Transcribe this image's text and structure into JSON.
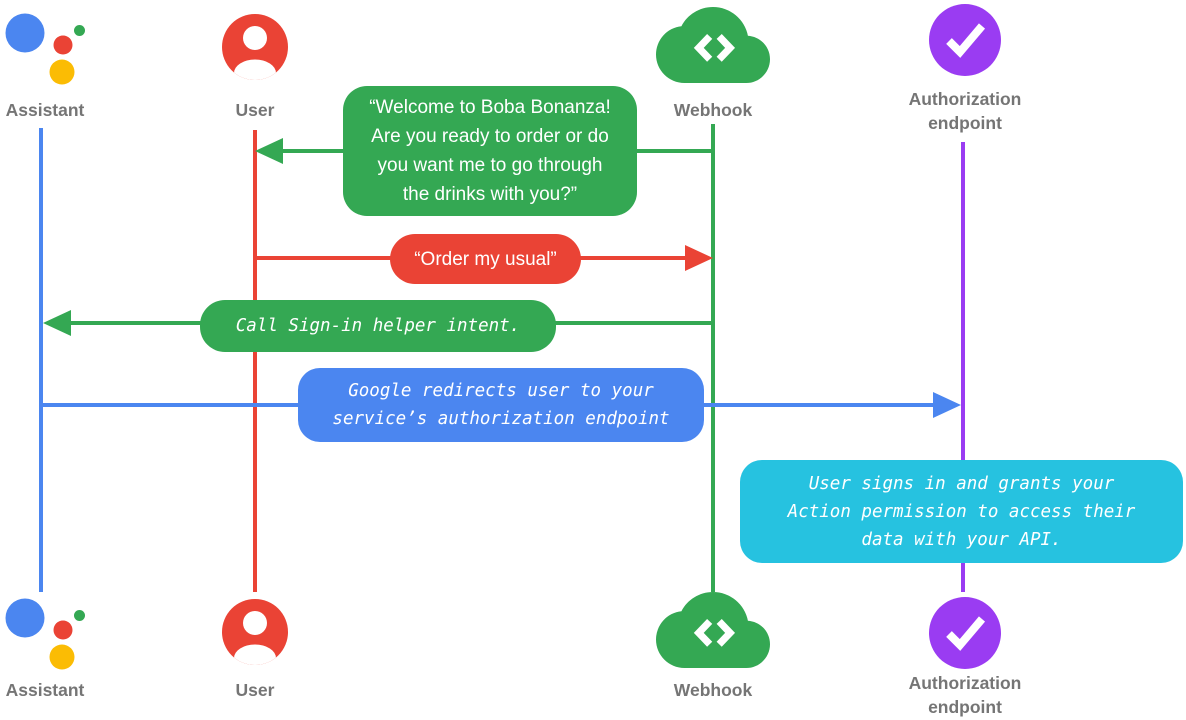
{
  "actors": [
    {
      "id": "assistant",
      "label": "Assistant",
      "color": "#4B86F0"
    },
    {
      "id": "user",
      "label": "User",
      "color": "#EA4335"
    },
    {
      "id": "webhook",
      "label": "Webhook",
      "color": "#34A853"
    },
    {
      "id": "auth",
      "label": "Authorization\nendpoint",
      "color": "#9A3CF2"
    }
  ],
  "messages": [
    {
      "from": "webhook",
      "to": "user",
      "style": "speech",
      "color": "#34A853",
      "text": "“Welcome to Boba Bonanza!\nAre you ready to order or do\nyou want me to go through\nthe drinks with you?”"
    },
    {
      "from": "user",
      "to": "webhook",
      "style": "speech",
      "color": "#EA4335",
      "text": "“Order my usual”"
    },
    {
      "from": "webhook",
      "to": "assistant",
      "style": "code",
      "color": "#34A853",
      "text": "Call Sign-in helper intent."
    },
    {
      "from": "assistant",
      "to": "auth",
      "style": "code",
      "color": "#4B86F0",
      "text": "Google redirects user to your\nservice’s authorization endpoint"
    },
    {
      "note_on": "auth",
      "style": "code",
      "color": "#26C2E0",
      "text": "User signs in and grants your\nAction permission to access their\ndata with your API."
    }
  ],
  "colors": {
    "assistant_blue": "#4B86F0",
    "user_red": "#EA4335",
    "webhook_green": "#34A853",
    "auth_purple": "#9A3CF2",
    "note_cyan": "#26C2E0",
    "label_gray": "#757575",
    "logo_yellow": "#FBBC04",
    "logo_green": "#34A853"
  }
}
